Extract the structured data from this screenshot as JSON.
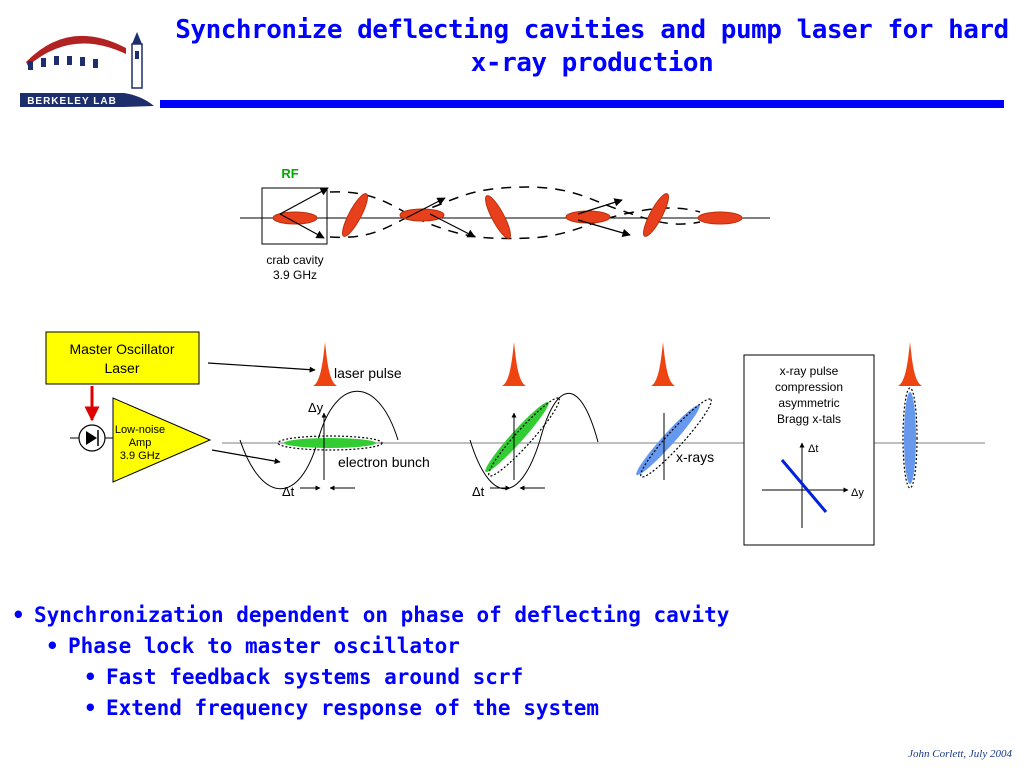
{
  "title": "Synchronize deflecting cavities and pump laser for hard x-ray production",
  "logo": {
    "text": "BERKELEY LAB",
    "colors": {
      "arch": "#b22222",
      "bars": "#1c2e6b"
    }
  },
  "diagram": {
    "rf_label": "RF",
    "crab_cavity": [
      "crab cavity",
      "3.9 GHz"
    ],
    "master_oscillator": [
      "Master Oscillator",
      "Laser"
    ],
    "amp": [
      "Low-noise",
      "Amp",
      "3.9 GHz"
    ],
    "laser_pulse": "laser pulse",
    "electron_bunch": "electron bunch",
    "xrays": "x-rays",
    "dy": "Δy",
    "dt": "Δt",
    "xray_box": [
      "x-ray pulse",
      "compression",
      "asymmetric",
      "Bragg x-tals"
    ],
    "box_dt": "Δt",
    "box_dy": "Δy",
    "colors": {
      "bunch_red": "#e8401c",
      "bunch_green": "#33cc33",
      "bunch_blue": "#6699ee",
      "master_box": "#ffff00",
      "arrow_red": "#dd0000"
    }
  },
  "bullets": [
    {
      "level": 1,
      "text": "Synchronization dependent on phase of deflecting cavity"
    },
    {
      "level": 2,
      "text": "Phase lock to master oscillator"
    },
    {
      "level": 3,
      "text": "Fast feedback systems around scrf"
    },
    {
      "level": 3,
      "text": "Extend frequency response of the system"
    }
  ],
  "footer": "John Corlett,  July 2004"
}
